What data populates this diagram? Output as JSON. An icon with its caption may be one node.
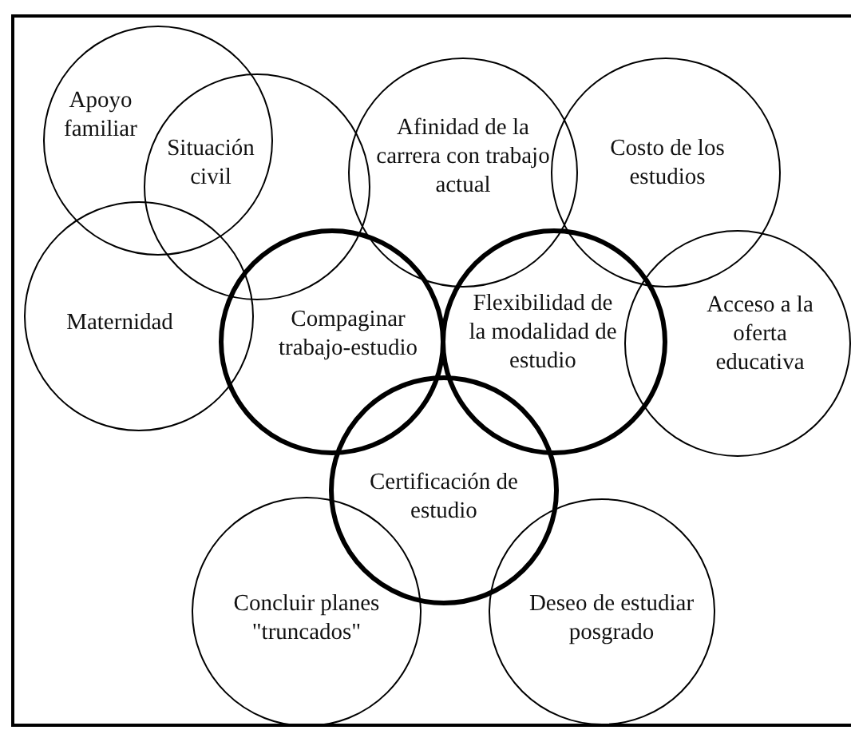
{
  "diagram": {
    "nodes": [
      {
        "text": [
          "Apoyo familiar"
        ]
      },
      {
        "text": [
          "Situación civil"
        ]
      },
      {
        "text": [
          "Afinidad de la carrera con trabajo actual"
        ]
      },
      {
        "text": [
          "Costo de los estudios"
        ]
      },
      {
        "text": [
          "Maternidad"
        ]
      },
      {
        "text": [
          "Compaginar trabajo-estudio"
        ]
      },
      {
        "text": [
          "Flexibilidad de la modalidad de estudio"
        ]
      },
      {
        "text": [
          "Acceso a la oferta educativa"
        ]
      },
      {
        "text": [
          "Certificación de estudio"
        ]
      },
      {
        "text": [
          "Concluir planes \"truncados\""
        ]
      },
      {
        "text": [
          "Deseo de estudiar posgrado"
        ]
      }
    ]
  }
}
